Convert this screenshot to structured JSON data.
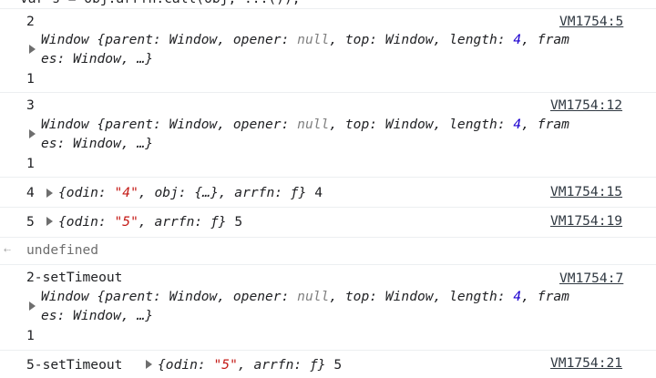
{
  "top_partial": "var s = obj.arrfn.call(obj, ...());",
  "entries": [
    {
      "num": "2",
      "source": "VM1754:5",
      "win_line1_pre": "Window {parent: Window, opener: ",
      "null_val": "null",
      "win_line1_mid": ", top: Window, length: ",
      "len_val": "4",
      "win_line1_post": ", fram",
      "win_line2": "es: Window, …}",
      "tail": "1"
    },
    {
      "num": "3",
      "source": "VM1754:12",
      "win_line1_pre": "Window {parent: Window, opener: ",
      "null_val": "null",
      "win_line1_mid": ", top: Window, length: ",
      "len_val": "4",
      "win_line1_post": ", fram",
      "win_line2": "es: Window, …}",
      "tail": "1"
    },
    {
      "label": "4",
      "source": "VM1754:15",
      "obj_a": "{odin: ",
      "str": "\"4\"",
      "obj_b": ", obj: {…}, arrfn: ƒ}",
      "tail": "4"
    },
    {
      "label": "5",
      "source": "VM1754:19",
      "obj_a": "{odin: ",
      "str": "\"5\"",
      "obj_b": ", arrfn: ƒ}",
      "tail": "5"
    },
    {
      "return_value": "undefined"
    },
    {
      "num": "2-setTimeout",
      "source": "VM1754:7",
      "win_line1_pre": "Window {parent: Window, opener: ",
      "null_val": "null",
      "win_line1_mid": ", top: Window, length: ",
      "len_val": "4",
      "win_line1_post": ", fram",
      "win_line2": "es: Window, …}",
      "tail": "1"
    },
    {
      "label": "5-setTimeout",
      "source": "VM1754:21",
      "obj_a": "{odin: ",
      "str": "\"5\"",
      "obj_b": ", arrfn: ƒ}",
      "tail": "5"
    }
  ]
}
